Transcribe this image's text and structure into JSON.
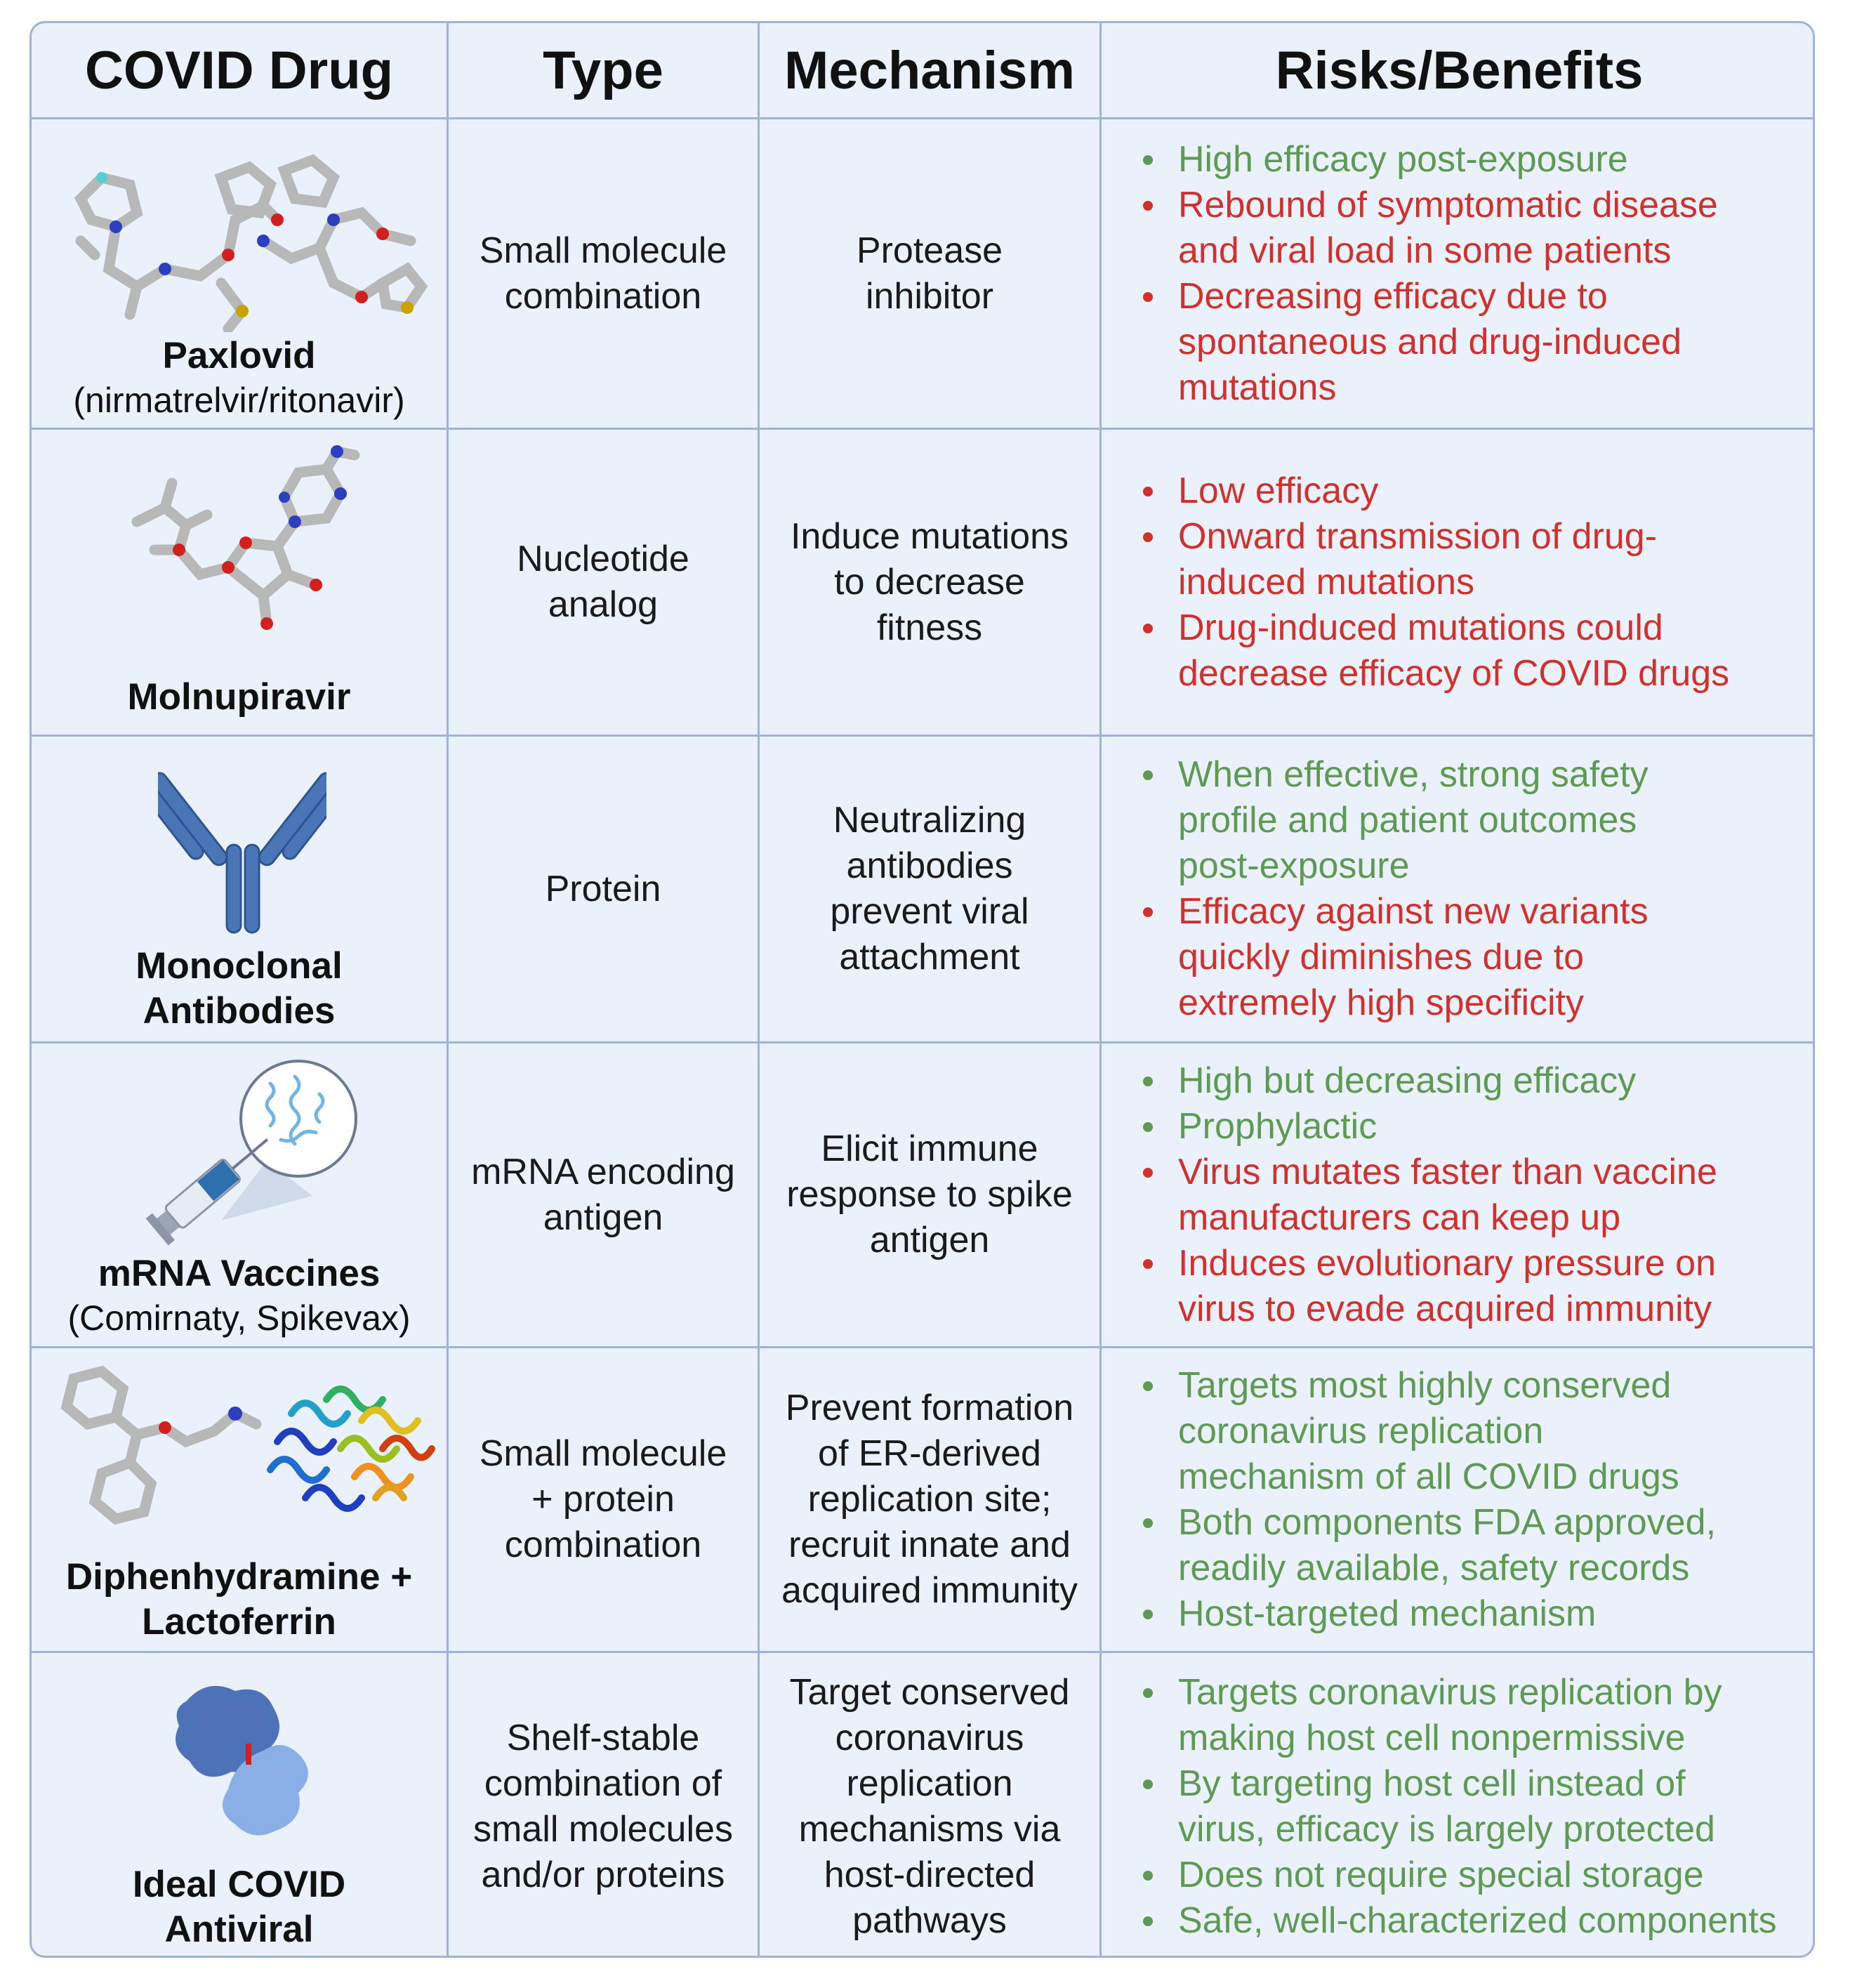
{
  "headers": [
    "COVID Drug",
    "Type",
    "Mechanism",
    "Risks/Benefits"
  ],
  "colors": {
    "benefit": "#5e9a53",
    "risk": "#d0312d",
    "grid": "#9db3d9",
    "background": "#eaf1fa"
  },
  "rows": [
    {
      "icon": "paxlovid-molecule-icon",
      "name": "Paxlovid",
      "sub": "(nirmatrelvir/ritonavir)",
      "type": "Small molecule\ncombination",
      "mechanism": "Protease\ninhibitor",
      "points": [
        {
          "kind": "benefit",
          "text": "High efficacy post-exposure"
        },
        {
          "kind": "risk",
          "text": "Rebound of symptomatic disease\nand viral load in some patients"
        },
        {
          "kind": "risk",
          "text": "Decreasing efficacy due to\nspontaneous and drug-induced\nmutations"
        }
      ]
    },
    {
      "icon": "molnupiravir-molecule-icon",
      "name": "Molnupiravir",
      "sub": "",
      "type": "Nucleotide\nanalog",
      "mechanism": "Induce mutations\nto decrease\nfitness",
      "points": [
        {
          "kind": "risk",
          "text": "Low efficacy"
        },
        {
          "kind": "risk",
          "text": "Onward transmission of drug-\ninduced mutations"
        },
        {
          "kind": "risk",
          "text": "Drug-induced mutations could\ndecrease efficacy of COVID drugs"
        }
      ]
    },
    {
      "icon": "antibody-icon",
      "name": "Monoclonal\nAntibodies",
      "sub": "",
      "type": "Protein",
      "mechanism": "Neutralizing\nantibodies\nprevent viral\nattachment",
      "points": [
        {
          "kind": "benefit",
          "text": "When effective, strong safety\nprofile and patient outcomes\npost-exposure"
        },
        {
          "kind": "risk",
          "text": "Efficacy against new variants\nquickly diminishes due to\nextremely high specificity"
        }
      ]
    },
    {
      "icon": "syringe-mrna-icon",
      "name": "mRNA Vaccines",
      "sub": "(Comirnaty, Spikevax)",
      "type": "mRNA encoding\nantigen",
      "mechanism": "Elicit immune\nresponse to spike\nantigen",
      "points": [
        {
          "kind": "benefit",
          "text": "High but decreasing efficacy"
        },
        {
          "kind": "benefit",
          "text": "Prophylactic"
        },
        {
          "kind": "risk",
          "text": "Virus mutates faster than vaccine\nmanufacturers can keep up"
        },
        {
          "kind": "risk",
          "text": "Induces evolutionary pressure on\nvirus to evade acquired immunity"
        }
      ]
    },
    {
      "icon": "diphenhydramine-lactoferrin-icon",
      "name": "Diphenhydramine +\nLactoferrin",
      "sub": "",
      "type": "Small molecule\n+ protein\ncombination",
      "mechanism": "Prevent formation\nof ER-derived\nreplication site;\nrecruit innate and\nacquired immunity",
      "points": [
        {
          "kind": "benefit",
          "text": "Targets most highly conserved\ncoronavirus replication\nmechanism of all COVID drugs"
        },
        {
          "kind": "benefit",
          "text": "Both components FDA approved,\nreadily available, safety records"
        },
        {
          "kind": "benefit",
          "text": "Host-targeted mechanism"
        }
      ]
    },
    {
      "icon": "host-protein-icon",
      "name": "Ideal COVID\nAntiviral",
      "sub": "",
      "type": "Shelf-stable\ncombination of\nsmall molecules\nand/or proteins",
      "mechanism": "Target conserved\ncoronavirus\nreplication\nmechanisms via\nhost-directed\npathways",
      "points": [
        {
          "kind": "benefit",
          "text": "Targets coronavirus replication by\nmaking host cell nonpermissive"
        },
        {
          "kind": "benefit",
          "text": "By targeting host cell instead of\nvirus, efficacy is largely protected"
        },
        {
          "kind": "benefit",
          "text": "Does not require special storage"
        },
        {
          "kind": "benefit",
          "text": "Safe, well-characterized components"
        }
      ]
    }
  ]
}
